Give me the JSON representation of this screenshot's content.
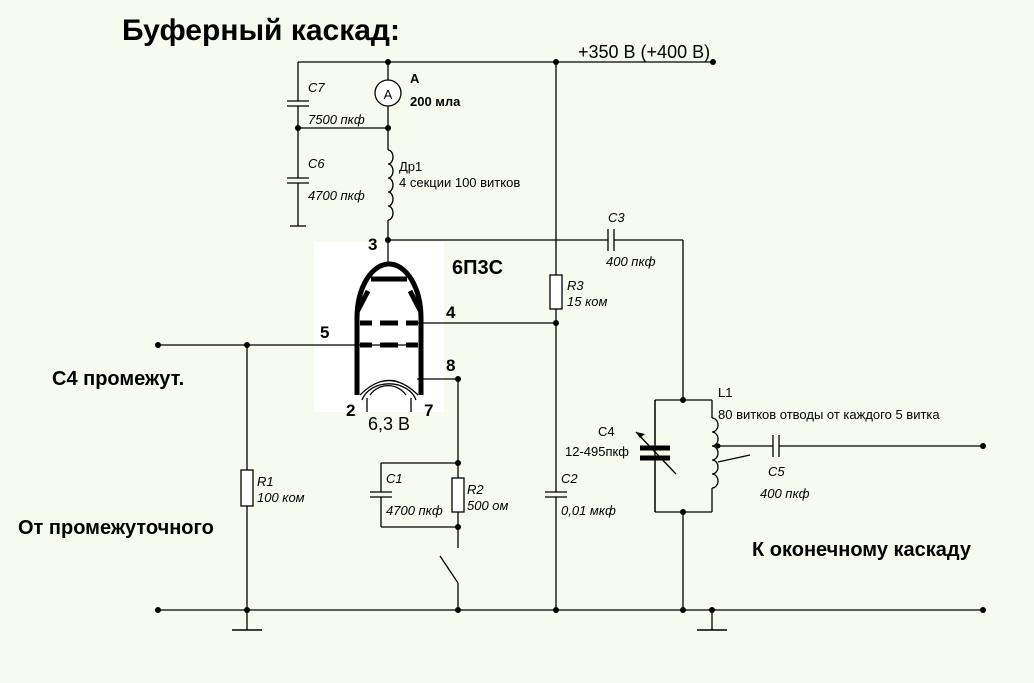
{
  "title": "Буферный каскад:",
  "supply_label": "+350 В (+400 В)",
  "tube": {
    "type": "6П3С",
    "heater": "6,3 В",
    "pins": {
      "p2": "2",
      "p3": "3",
      "p4": "4",
      "p5": "5",
      "p7": "7",
      "p8": "8"
    }
  },
  "components": {
    "c7": {
      "name": "C7",
      "value": "7500 пкф"
    },
    "c6": {
      "name": "C6",
      "value": "4700 пкф"
    },
    "ammeter": {
      "symbol": "A",
      "name": "А",
      "value": "200 мла"
    },
    "choke": {
      "name": "Др1",
      "value": "4 секции 100 витков"
    },
    "c3": {
      "name": "C3",
      "value": "400 пкф"
    },
    "r3": {
      "name": "R3",
      "value": "15 ком"
    },
    "c2": {
      "name": "C2",
      "value": "0,01 мкф"
    },
    "r1": {
      "name": "R1",
      "value": "100 ком"
    },
    "c1": {
      "name": "C1",
      "value": "4700 пкф"
    },
    "r2": {
      "name": "R2",
      "value": "500 ом"
    },
    "l1": {
      "name": "L1",
      "value": "80 витков отводы от каждого 5 витка"
    },
    "c4": {
      "name": "C4",
      "value": "12-495пкф"
    },
    "c5": {
      "name": "C5",
      "value": "400 пкф"
    }
  },
  "labels": {
    "input_c4": "С4 промежут.",
    "input_from": "От промежуточного",
    "output_to": "К оконечному каскаду"
  }
}
